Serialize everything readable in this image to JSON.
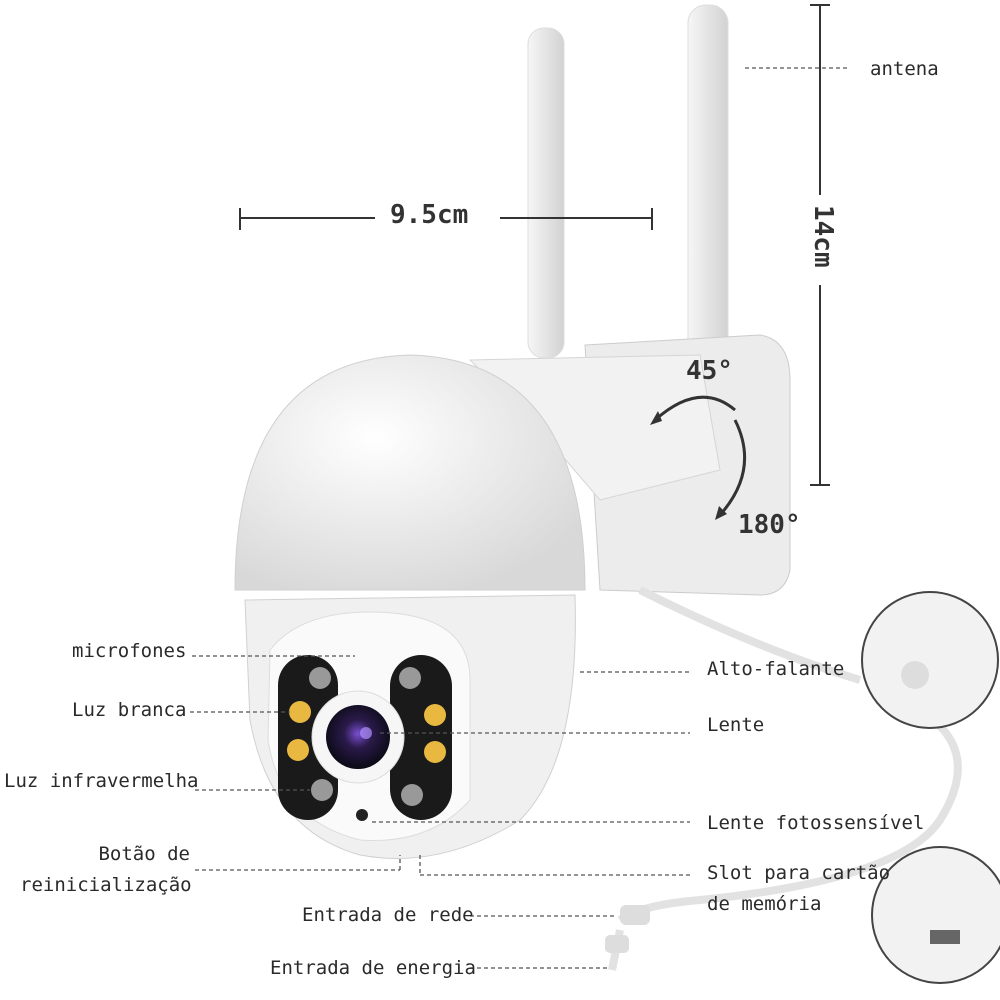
{
  "dimensions": {
    "width": "9.5cm",
    "height": "14cm"
  },
  "rotation": {
    "tilt": "45°",
    "pan": "180°"
  },
  "labels_left": {
    "microphones": "microfones",
    "white_light": "Luz branca",
    "infrared_light": "Luz infravermelha",
    "reset_button_line1": "Botão de",
    "reset_button_line2": "reinicialização",
    "network_input": "Entrada de rede",
    "power_input": "Entrada de energia"
  },
  "labels_right": {
    "antenna": "antena",
    "speaker": "Alto-falante",
    "lens": "Lente",
    "photosensitive_lens": "Lente fotossensível",
    "memory_slot_line1": "Slot para cartão",
    "memory_slot_line2": "de memória"
  },
  "colors": {
    "camera_body": "#f4f4f4",
    "lens": "#2a1a4a",
    "warm_led": "#e8b840",
    "ir_led": "#888888"
  }
}
